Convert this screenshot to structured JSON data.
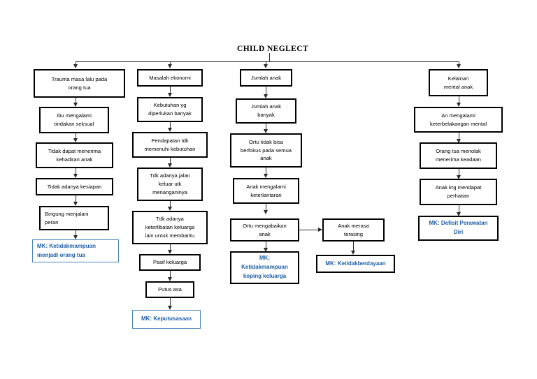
{
  "diagram": {
    "type": "concept-map",
    "title": "CHILD NEGLECT",
    "branches": [
      {
        "id": "branch-trauma",
        "nodes": [
          {
            "id": "n1",
            "label": "Trauma masa lalu pada\norang tua",
            "kind": "cause"
          },
          {
            "id": "n2",
            "label": "Ibu mengalami\ntindakan seksual",
            "kind": "cause"
          },
          {
            "id": "n3",
            "label": "Tidak dapat menerima\nkehadiran anak",
            "kind": "cause"
          },
          {
            "id": "n4",
            "label": "Tidak adanya kesiapan",
            "kind": "cause"
          },
          {
            "id": "n5",
            "label": "Bingung menjalani\nperan",
            "kind": "cause"
          },
          {
            "id": "n6",
            "label": "MK: Ketidakmampuan\nmenjadi orang tua",
            "kind": "diagnosis"
          }
        ]
      },
      {
        "id": "branch-ekonomi",
        "nodes": [
          {
            "id": "n7",
            "label": "Masalah ekonomi",
            "kind": "cause"
          },
          {
            "id": "n8",
            "label": "Kebutuhan yg\ndiperlukan banyak",
            "kind": "cause"
          },
          {
            "id": "n9",
            "label": "Pendapatan tdk\nmemenuhi kebutuhan",
            "kind": "cause"
          },
          {
            "id": "n10",
            "label": "Tdk adanya jalan\nkeluar utk\nmenanganinya",
            "kind": "cause"
          },
          {
            "id": "n11",
            "label": "Tdk adanya\nketerlibatan keluarga\nlain untuk membantu",
            "kind": "cause"
          },
          {
            "id": "n12",
            "label": "Pasif keluarga",
            "kind": "cause"
          },
          {
            "id": "n13",
            "label": "Putus asa",
            "kind": "cause"
          },
          {
            "id": "n14",
            "label": "MK: Keputusasaan",
            "kind": "diagnosis"
          }
        ]
      },
      {
        "id": "branch-jumlah-anak",
        "nodes": [
          {
            "id": "n15",
            "label": "Jumlah anak",
            "kind": "cause"
          },
          {
            "id": "n16",
            "label": "Jumlah anak\nbanyak",
            "kind": "cause"
          },
          {
            "id": "n17",
            "label": "Ortu tidak bisa\nberfokus pada semua\nanak",
            "kind": "cause"
          },
          {
            "id": "n18",
            "label": "Anak mengalami\nketerlantaran",
            "kind": "cause"
          },
          {
            "id": "n19",
            "label": "Ortu mengabaikan\nanak",
            "kind": "cause"
          },
          {
            "id": "n20",
            "label": "MK:\nKetidakmampuan\nkoping keluarga",
            "kind": "diagnosis"
          },
          {
            "id": "n21",
            "label": "Anak merasa\nterasing",
            "kind": "cause"
          },
          {
            "id": "n22",
            "label": "MK: Ketidakberdayaan",
            "kind": "diagnosis"
          }
        ]
      },
      {
        "id": "branch-kelainan-mental",
        "nodes": [
          {
            "id": "n23",
            "label": "Kelainan\nmental anak",
            "kind": "cause"
          },
          {
            "id": "n24",
            "label": "An mengalami\nketerbelakangan mental",
            "kind": "cause"
          },
          {
            "id": "n25",
            "label": "Orang tua menolak\nmenerima keadaan",
            "kind": "cause"
          },
          {
            "id": "n26",
            "label": "Anak krg mendapat\nperhatian",
            "kind": "cause"
          },
          {
            "id": "n27",
            "label": "MK: Defisit Perawatan\nDiri",
            "kind": "diagnosis"
          }
        ]
      }
    ],
    "colors": {
      "diagnosis_text": "#1F5FA8",
      "diagnosis_border": "#4A86BE",
      "node_border": "#000000",
      "connector": "#2b2b2b",
      "background": "#ffffff"
    }
  }
}
